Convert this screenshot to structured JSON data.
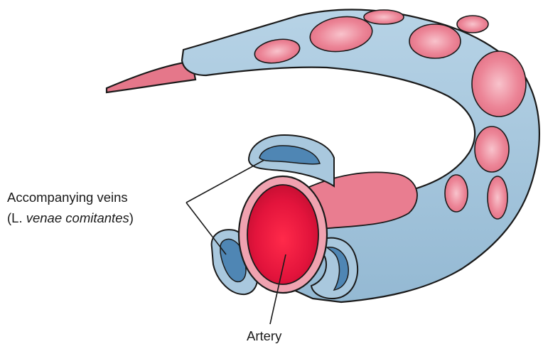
{
  "labels": {
    "veins_line1": "Accompanying veins",
    "veins_line2_prefix": "(L. ",
    "veins_line2_italic": "venae comitantes",
    "veins_line2_suffix": ")",
    "artery": "Artery"
  },
  "colors": {
    "vein_blue": "#a9c8de",
    "vein_blue_dark": "#4f86b4",
    "artery_pink": "#e8788c",
    "artery_red": "#e3143c",
    "outline": "#1a1a1a",
    "background": "#ffffff"
  }
}
